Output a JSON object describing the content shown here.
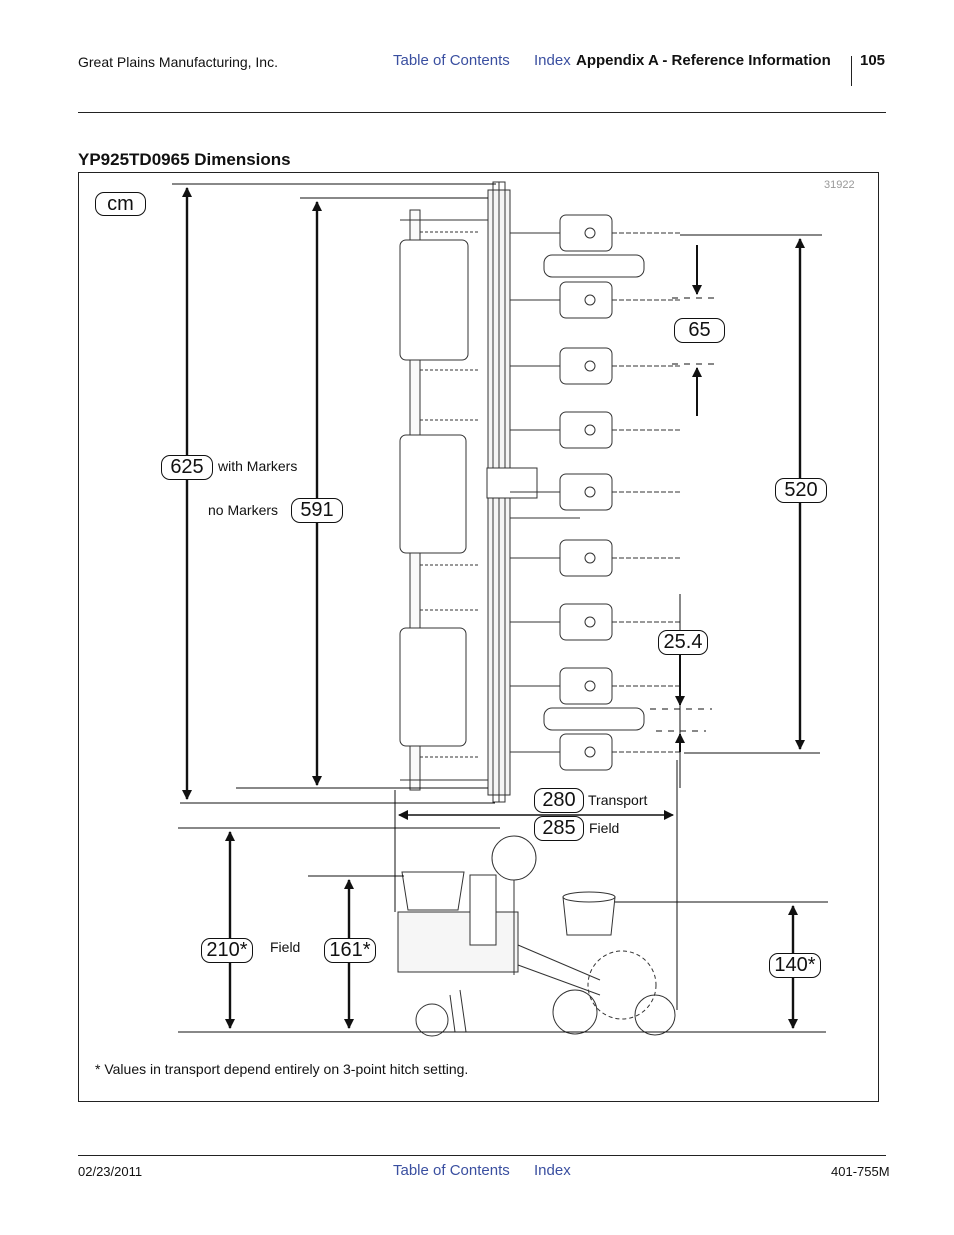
{
  "header": {
    "company": "Great Plains Manufacturing, Inc.",
    "toc_link": "Table of Contents",
    "index_link": "Index",
    "section": "Appendix A - Reference Information",
    "page_number": "105"
  },
  "section_title": "YP925TD0965 Dimensions",
  "figure": {
    "figure_number": "31922",
    "units": "cm",
    "dimensions": {
      "with_markers_value": "625",
      "with_markers_label": "with Markers",
      "no_markers_value": "591",
      "no_markers_label": "no Markers",
      "row_spacing": "65",
      "width_520": "520",
      "gap_25": "25.4",
      "transport_value": "280",
      "transport_label": "Transport",
      "field_value": "285",
      "field_label": "Field",
      "height_210": "210*",
      "height_field_label": "Field",
      "height_161": "161*",
      "height_140": "140*"
    },
    "footnote": "* Values in transport depend entirely on 3-point hitch setting."
  },
  "footer": {
    "date": "02/23/2011",
    "toc_link": "Table of Contents",
    "index_link": "Index",
    "doc_number": "401-755M"
  }
}
